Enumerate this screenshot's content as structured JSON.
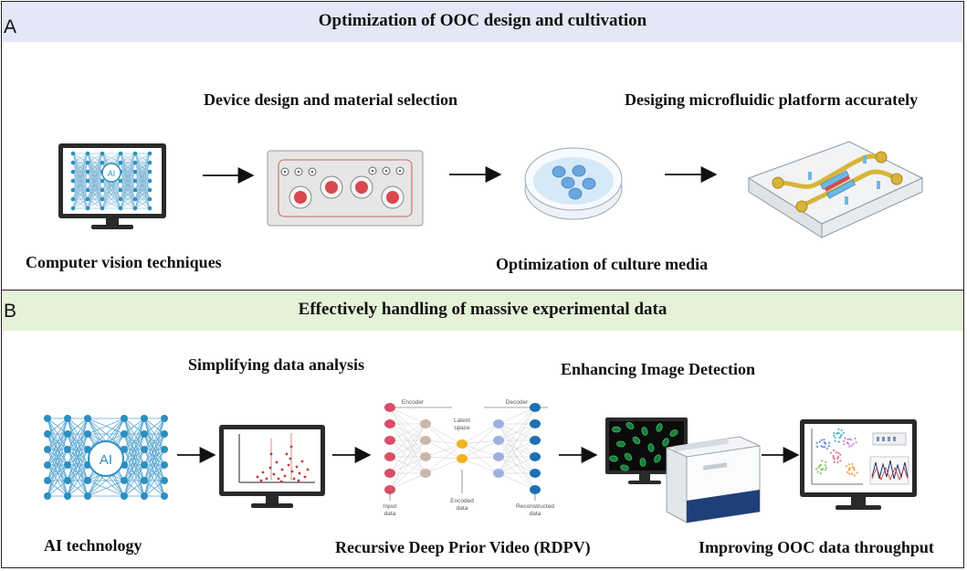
{
  "panel_a": {
    "letter": "A",
    "title": "Optimization of OOC design and cultivation",
    "labels": {
      "device_design": "Device design and material selection",
      "microfluidic": "Desiging microfluidic platform accurately",
      "computer_vision": "Computer vision techniques",
      "culture_media": "Optimization of culture media"
    },
    "monitor_text": "AI"
  },
  "panel_b": {
    "letter": "B",
    "title": "Effectively handling of massive experimental data",
    "labels": {
      "simplifying": "Simplifying data analysis",
      "enhancing": "Enhancing Image Detection",
      "ai_technology": "AI technology",
      "rdpv": "Recursive Deep Prior Video (RDPV)",
      "throughput": "Improving OOC data throughput"
    },
    "ai_text": "AI",
    "autoencoder": {
      "encoder": "Encoder",
      "decoder": "Decoder",
      "latent": "Latent",
      "space": "space",
      "input": "Input",
      "input2": "data",
      "encoded": "Encoded",
      "encoded2": "data",
      "reconstructed": "Reconstructed",
      "reconstructed2": "data"
    }
  },
  "colors": {
    "band_a": "#e4e7f6",
    "band_b": "#e6f2d8",
    "network_blue": "#2b8fc0",
    "chip_red": "#d9484f",
    "yellow": "#d8b43a"
  }
}
